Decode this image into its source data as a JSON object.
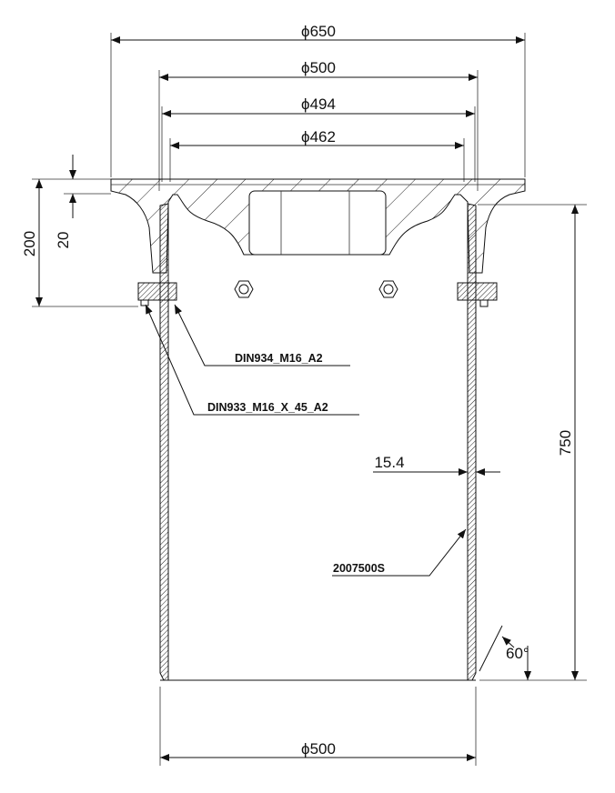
{
  "dimensions": {
    "outer_flange_diameter": "ϕ650",
    "top_diameter_500": "ϕ500",
    "grate_diameter": "ϕ494",
    "inner_diameter": "ϕ462",
    "flange_to_bolt_height": "200",
    "flange_thickness": "20",
    "pipe_length": "750",
    "wall_thickness": "15.4",
    "bottom_diameter": "ϕ500",
    "chamfer_angle": "60°"
  },
  "labels": {
    "nut": "DIN934_M16_A2",
    "bolt": "DIN933_M16_X_45_A2",
    "pipe": "2007500S"
  }
}
